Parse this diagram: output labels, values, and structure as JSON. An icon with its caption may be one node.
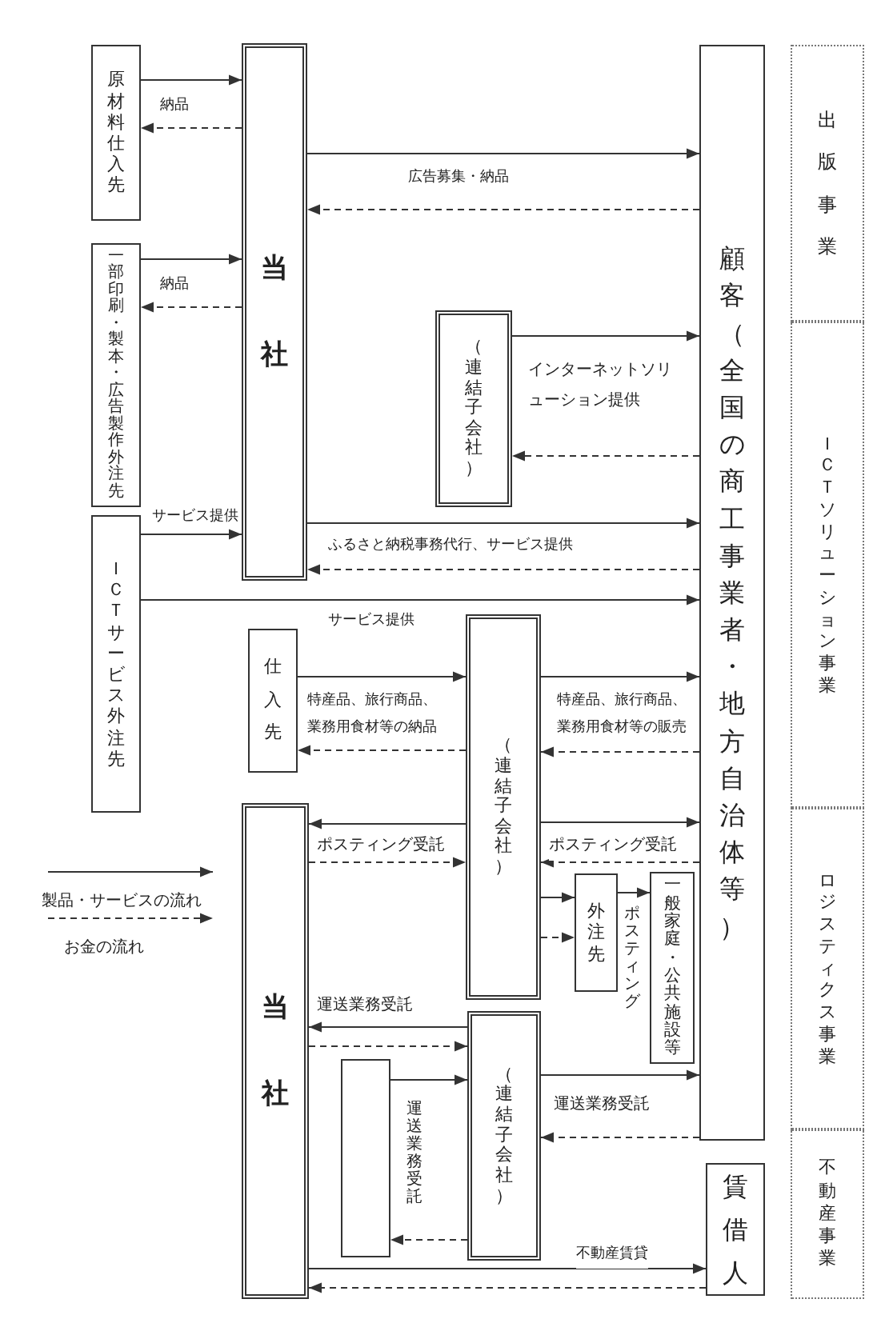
{
  "diagram": {
    "nodes": [
      {
        "text": [
          "原材料仕入先"
        ]
      },
      {
        "text": [
          "一部印刷・製本・広告製作外注先"
        ]
      },
      {
        "text": [
          "当社"
        ]
      },
      {
        "text": [
          "（連結子会社）"
        ]
      },
      {
        "text": [
          "顧客（全国の商工事業者・地方自治体等）"
        ]
      },
      {
        "text": [
          "ＩＣＴサービス外注先"
        ]
      },
      {
        "text": [
          "仕入先"
        ]
      },
      {
        "text": [
          "（連結子会社）"
        ]
      },
      {
        "text": [
          "当社"
        ]
      },
      {
        "text": [
          "外注先"
        ]
      },
      {
        "text": [
          "一般家庭・公共施設等"
        ]
      },
      {
        "text": [
          "（連結子会社）"
        ]
      },
      {
        "text": [],
        "shape": "box"
      },
      {
        "text": [
          "賃借人"
        ]
      },
      {
        "text": [
          "出版事業"
        ]
      },
      {
        "text": [
          "ＩＣＴソリューション事業"
        ]
      },
      {
        "text": [
          "ロジスティクス事業"
        ]
      },
      {
        "text": [
          "不動産事業"
        ]
      }
    ],
    "edges": [
      {
        "from": 0,
        "to": 2,
        "arrow": "to",
        "label": "納品"
      },
      {
        "from": 2,
        "to": 0,
        "arrow": "to",
        "style": "dashed"
      },
      {
        "from": 1,
        "to": 2,
        "arrow": "to",
        "label": "納品"
      },
      {
        "from": 2,
        "to": 1,
        "arrow": "to",
        "style": "dashed"
      },
      {
        "from": 2,
        "to": 4,
        "arrow": "to",
        "label": "広告募集・納品"
      },
      {
        "from": 4,
        "to": 2,
        "arrow": "to",
        "style": "dashed"
      },
      {
        "from": 3,
        "to": 4,
        "arrow": "to",
        "label": "インターネットソリューション提供"
      },
      {
        "from": 4,
        "to": 3,
        "arrow": "to",
        "style": "dashed"
      },
      {
        "from": 2,
        "to": 4,
        "arrow": "to",
        "label": "ふるさと納税事務代行、サービス提供"
      },
      {
        "from": 4,
        "to": 2,
        "arrow": "to",
        "style": "dashed"
      },
      {
        "from": 5,
        "to": 2,
        "arrow": "to",
        "label": "サービス提供"
      },
      {
        "from": 5,
        "to": 4,
        "arrow": "to",
        "label": "サービス提供"
      },
      {
        "from": 6,
        "to": 7,
        "arrow": "to",
        "label": "特産品、旅行商品、業務用食材等の納品"
      },
      {
        "from": 7,
        "to": 6,
        "arrow": "to",
        "style": "dashed"
      },
      {
        "from": 7,
        "to": 4,
        "arrow": "to",
        "label": "特産品、旅行商品、業務用食材等の販売"
      },
      {
        "from": 4,
        "to": 7,
        "arrow": "to",
        "style": "dashed"
      },
      {
        "from": 7,
        "to": 8,
        "arrow": "to",
        "label": "ポスティング受託"
      },
      {
        "from": 8,
        "to": 7,
        "arrow": "to",
        "style": "dashed"
      },
      {
        "from": 7,
        "to": 4,
        "arrow": "to",
        "label": "ポスティング受託"
      },
      {
        "from": 4,
        "to": 7,
        "arrow": "to",
        "style": "dashed"
      },
      {
        "from": 7,
        "to": 9,
        "arrow": "to"
      },
      {
        "from": 7,
        "to": 9,
        "arrow": "to",
        "style": "dashed"
      },
      {
        "from": 9,
        "to": 10,
        "arrow": "to",
        "label": "ポスティング"
      },
      {
        "from": 11,
        "to": 8,
        "arrow": "to",
        "label": "運送業務受託"
      },
      {
        "from": 8,
        "to": 11,
        "arrow": "to",
        "style": "dashed"
      },
      {
        "from": 12,
        "to": 11,
        "arrow": "to",
        "label": "運送業務受託"
      },
      {
        "from": 11,
        "to": 12,
        "arrow": "to",
        "style": "dashed"
      },
      {
        "from": 11,
        "to": 4,
        "arrow": "to",
        "label": "運送業務受託"
      },
      {
        "from": 4,
        "to": 11,
        "arrow": "to",
        "style": "dashed"
      },
      {
        "from": 8,
        "to": 13,
        "arrow": "to",
        "label": "不動産賃貸"
      },
      {
        "from": 13,
        "to": 8,
        "arrow": "to",
        "style": "dashed"
      }
    ],
    "legend": [
      {
        "text": "製品・サービスの流れ"
      },
      {
        "text": "お金の流れ"
      }
    ]
  }
}
